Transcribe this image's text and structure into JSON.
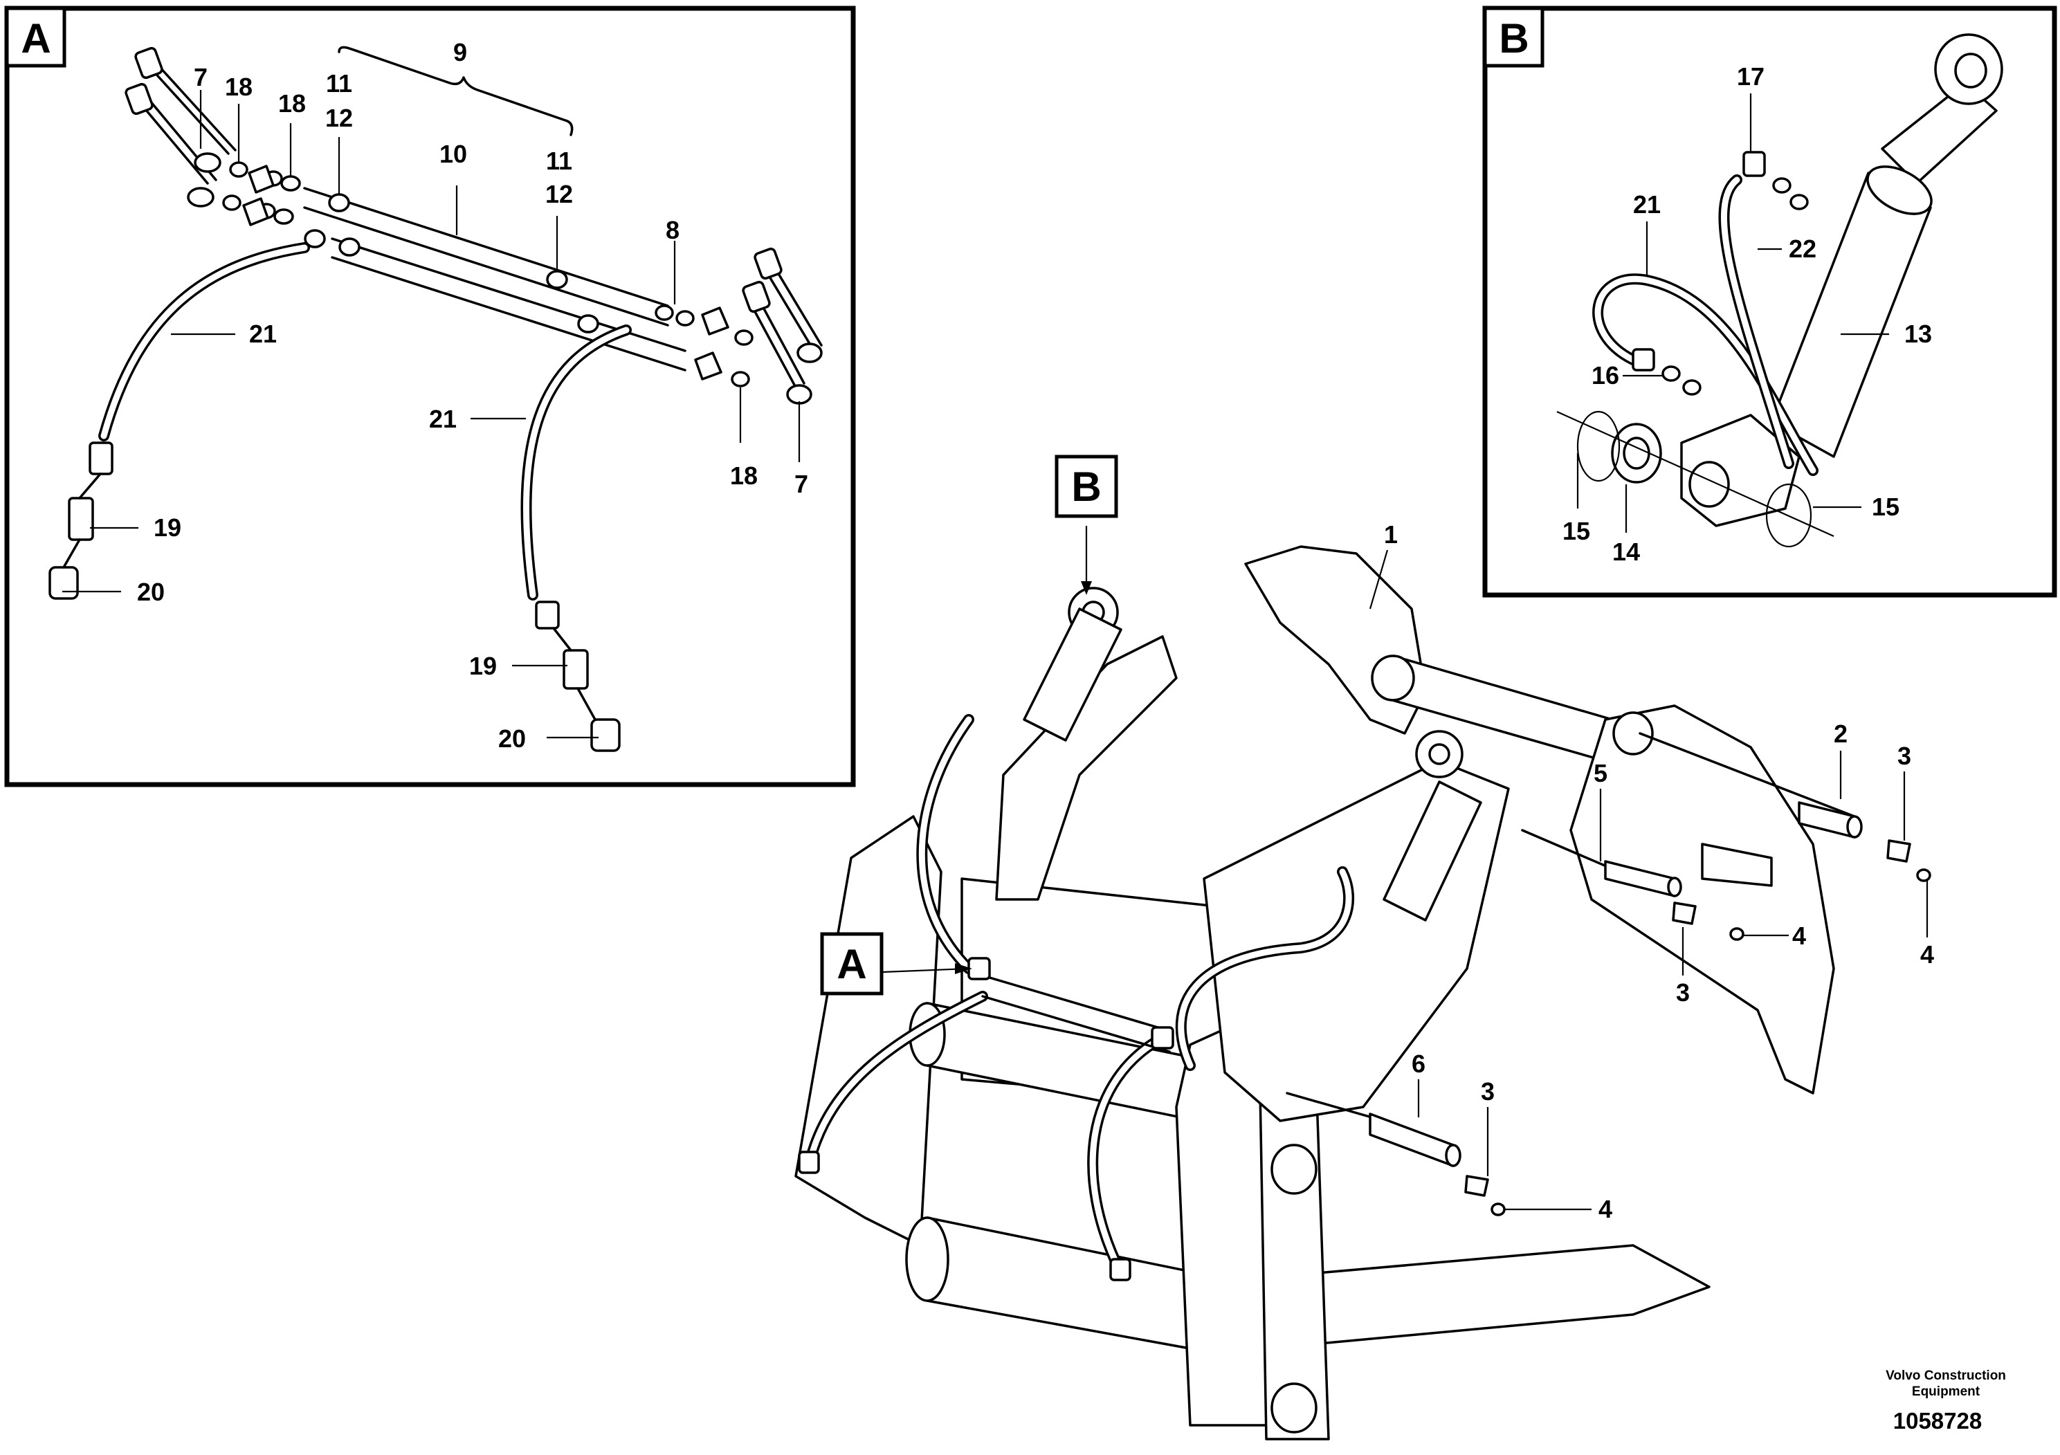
{
  "views": {
    "a": {
      "tag": "A"
    },
    "b": {
      "tag": "B"
    }
  },
  "callouts": {
    "view_a": {
      "c9": "9",
      "c10": "10",
      "c11_top": "11",
      "c12_top": "12",
      "c11_mid": "11",
      "c12_mid": "12",
      "c7_top": "7",
      "c7_right": "7",
      "c18_a": "18",
      "c18_b": "18",
      "c18_right": "18",
      "c8": "8",
      "c21_left": "21",
      "c21_mid": "21",
      "c19_left": "19",
      "c19_mid": "19",
      "c20_left": "20",
      "c20_mid": "20"
    },
    "view_b": {
      "c17": "17",
      "c21": "21",
      "c22": "22",
      "c13": "13",
      "c16": "16",
      "c15_left": "15",
      "c15_right": "15",
      "c14": "14"
    },
    "main": {
      "c1": "1",
      "c2": "2",
      "c3_right": "3",
      "c4_right": "4",
      "c5": "5",
      "c4_mid": "4",
      "c3_mid": "3",
      "c6": "6",
      "c3_low": "3",
      "c4_low": "4",
      "tag_b": "B",
      "tag_a": "A"
    }
  },
  "footer": {
    "company_line1": "Volvo Construction",
    "company_line2": "Equipment",
    "drawing_number": "1058728"
  }
}
